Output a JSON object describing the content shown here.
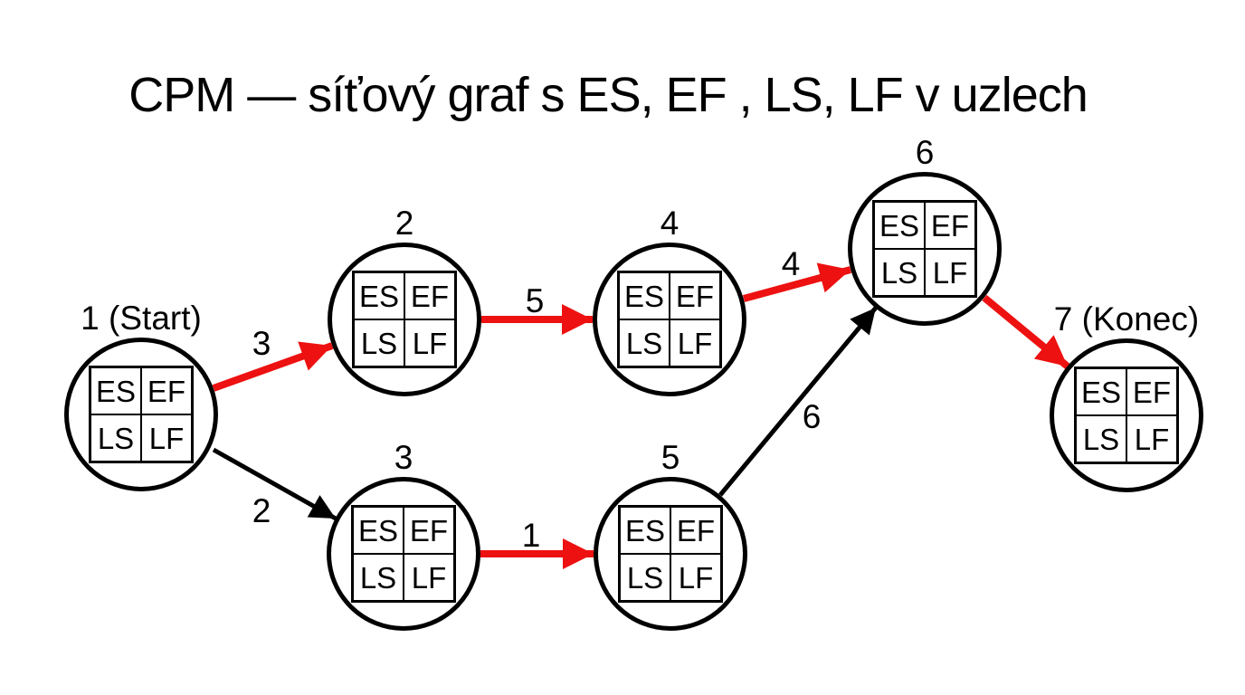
{
  "slide": {
    "title": "CPM — síťový graf s ES, EF , LS, LF v uzlech"
  },
  "colors": {
    "critical_edge": "#ED1111",
    "normal_edge": "#000000",
    "node_border": "#000000",
    "background": "#FFFFFF"
  },
  "cell_labels": {
    "es": "ES",
    "ef": "EF",
    "ls": "LS",
    "lf": "LF"
  },
  "nodes": [
    {
      "id": "1",
      "label": "1 (Start)"
    },
    {
      "id": "2",
      "label": "2"
    },
    {
      "id": "3",
      "label": "3"
    },
    {
      "id": "4",
      "label": "4"
    },
    {
      "id": "5",
      "label": "5"
    },
    {
      "id": "6",
      "label": "6"
    },
    {
      "id": "7",
      "label": "7 (Konec)"
    }
  ],
  "edges": [
    {
      "from": "1",
      "to": "2",
      "duration": "3",
      "critical": true
    },
    {
      "from": "1",
      "to": "3",
      "duration": "2",
      "critical": false
    },
    {
      "from": "2",
      "to": "4",
      "duration": "5",
      "critical": true
    },
    {
      "from": "3",
      "to": "5",
      "duration": "1",
      "critical": true
    },
    {
      "from": "4",
      "to": "6",
      "duration": "4",
      "critical": true
    },
    {
      "from": "5",
      "to": "6",
      "duration": "6",
      "critical": false
    },
    {
      "from": "6",
      "to": "7",
      "duration": "",
      "critical": true
    }
  ]
}
